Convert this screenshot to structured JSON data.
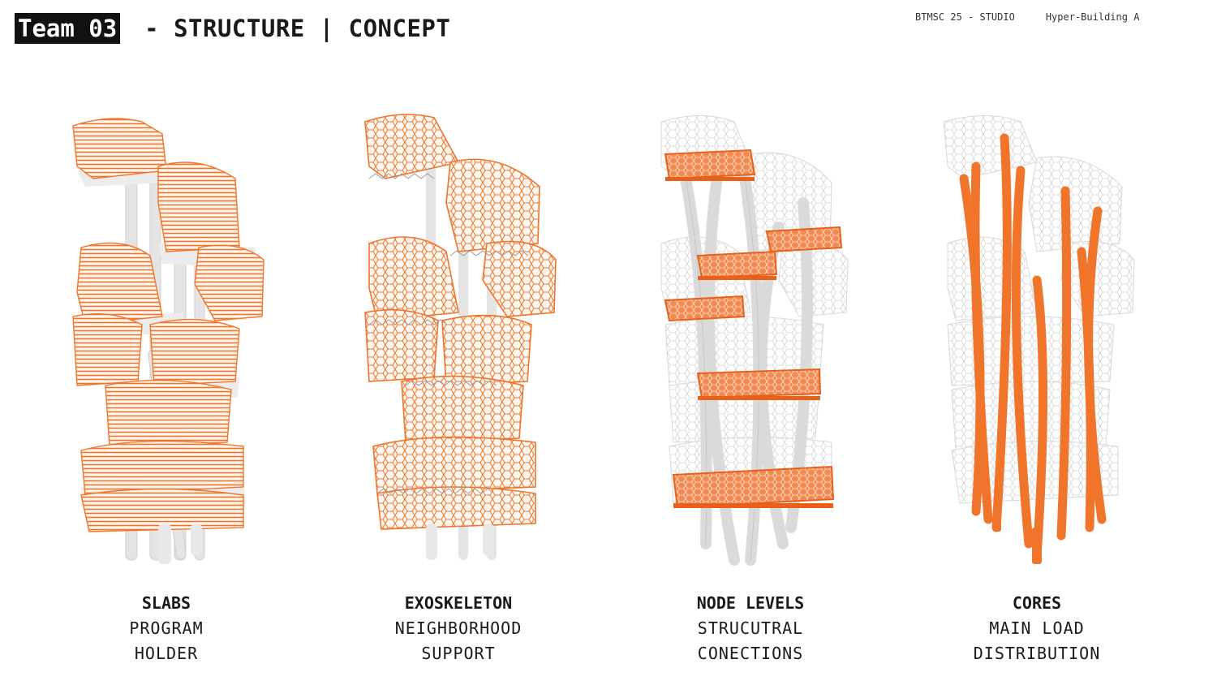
{
  "header": {
    "team_tag": "Team 03",
    "title": " - STRUCTURE | CONCEPT",
    "meta_left": "BTMSC 25 - STUDIO",
    "meta_right": "Hyper-Building A"
  },
  "colors": {
    "accent": "#f0742a",
    "grey": "#d5d5d5",
    "ink": "#1a1a1a"
  },
  "panels": [
    {
      "heading": "SLABS",
      "line1": "PROGRAM",
      "line2": "HOLDER",
      "icon": "tower-slabs-illustration"
    },
    {
      "heading": "EXOSKELETON",
      "line1": "NEIGHBORHOOD",
      "line2": "SUPPORT",
      "icon": "tower-exoskeleton-illustration"
    },
    {
      "heading": "NODE LEVELS",
      "line1": "STRUCUTRAL",
      "line2": "CONECTIONS",
      "icon": "tower-node-levels-illustration"
    },
    {
      "heading": "CORES",
      "line1": "MAIN LOAD",
      "line2": "DISTRIBUTION",
      "icon": "tower-cores-illustration"
    }
  ]
}
